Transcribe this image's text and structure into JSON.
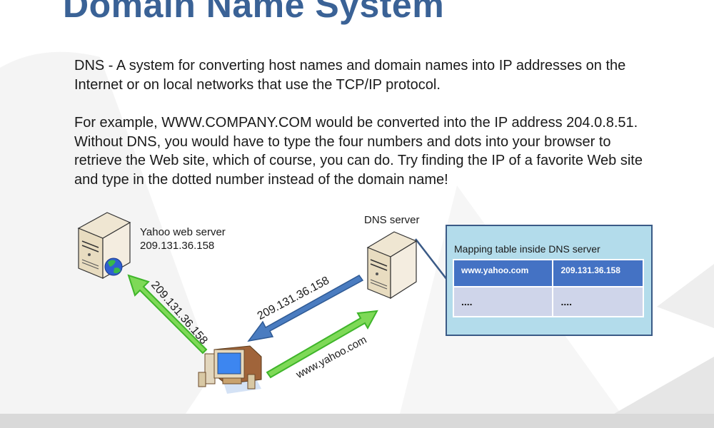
{
  "slide": {
    "title": "Domain Name System",
    "paragraphs": [
      "DNS - A system for converting host names and domain names into IP addresses on the Internet or on local networks that use the TCP/IP protocol.",
      "For example, WWW.COMPANY.COM would be converted into the IP address 204.0.8.51. Without DNS, you would have to type the four numbers and dots into your browser to retrieve the Web site, which of course, you can do. Try finding the IP of a favorite Web site and type in the dotted number instead of the domain name!"
    ]
  },
  "diagram": {
    "yahoo_server": {
      "name": "Yahoo web server",
      "ip": "209.131.36.158",
      "icon": "server-globe-icon"
    },
    "dns_server": {
      "name": "DNS server",
      "icon": "server-icon"
    },
    "client": {
      "icon": "desktop-computer-icon"
    },
    "arrows": [
      {
        "from": "client",
        "to": "yahoo_server",
        "label": "209.131.36.158",
        "color": "#5fcf3a"
      },
      {
        "from": "dns_server",
        "to": "client",
        "label": "209.131.36.158",
        "color": "#4a7cc0"
      },
      {
        "from": "client",
        "to": "dns_server",
        "label": "www.yahoo.com",
        "color": "#5fcf3a"
      }
    ],
    "mapping_table": {
      "title": "Mapping table  inside DNS server",
      "rows": [
        [
          "www.yahoo.com",
          "209.131.36.158"
        ],
        [
          "....",
          "...."
        ]
      ]
    }
  },
  "colors": {
    "title": "#3a6296",
    "green_arrow": "#5fcf3a",
    "blue_arrow": "#4a7cc0",
    "panel_bg": "#b3dceb",
    "table_header": "#4472c4",
    "table_row": "#cfd5ea"
  }
}
